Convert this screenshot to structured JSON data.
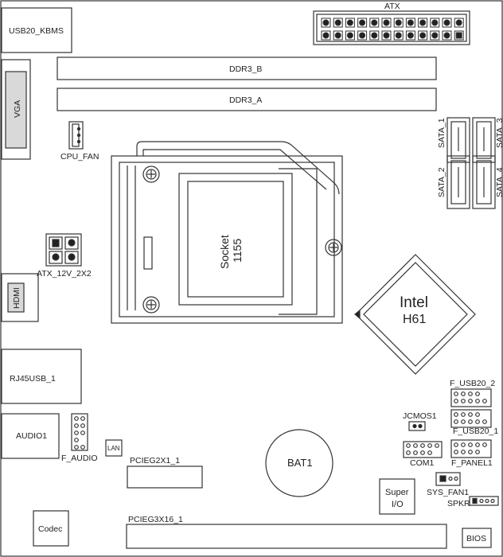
{
  "labels": {
    "usb_kbms": "USB20_KBMS",
    "atx": "ATX",
    "ddr3_b": "DDR3_B",
    "ddr3_a": "DDR3_A",
    "vga": "VGA",
    "cpu_fan": "CPU_FAN",
    "socket_line1": "Socket",
    "socket_line2": "1155",
    "sata_1": "SATA_1",
    "sata_2": "SATA_2",
    "sata_3": "SATA_3",
    "sata_4": "SATA_4",
    "atx_12v": "ATX_12V_2X2",
    "hdmi": "HDMI",
    "intel_line1": "Intel",
    "intel_line2": "H61",
    "rj45usb": "RJ45USB_1",
    "f_usb20_2": "F_USB20_2",
    "f_usb20_1": "F_USB20_1",
    "jcmos1": "JCMOS1",
    "audio1": "AUDIO1",
    "f_audio": "F_AUDIO",
    "lan": "LAN",
    "bat1": "BAT1",
    "com1": "COM1",
    "f_panel1": "F_PANEL1",
    "pcieg2x1": "PCIEG2X1_1",
    "super_io_line1": "Super",
    "super_io_line2": "I/O",
    "sys_fan1": "SYS_FAN1",
    "spkr": "SPKR",
    "codec": "Codec",
    "pcieg3x16": "PCIEG3X16_1",
    "bios": "BIOS"
  },
  "colors": {
    "outline": "#333333",
    "port_fill": "#d9d9d9",
    "pin_fill": "#222222"
  }
}
